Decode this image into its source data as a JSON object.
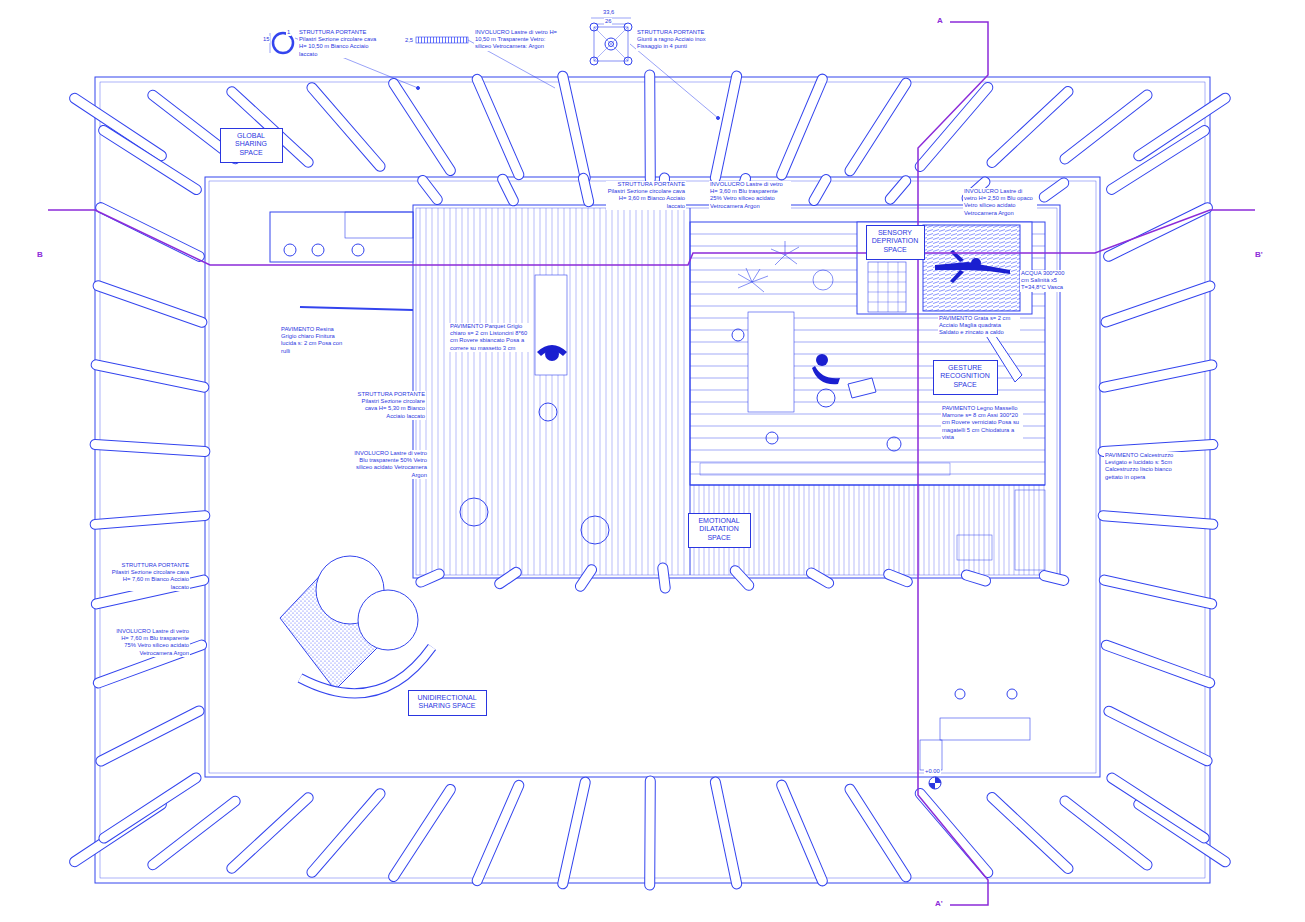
{
  "diagram": {
    "nodes": [
      {
        "text": [
          "GLOBAL SHARING SPACE"
        ]
      },
      {
        "text": [
          "SENSORY DEPRIVATION SPACE"
        ]
      },
      {
        "text": [
          "GESTURE RECOGNITION SPACE"
        ]
      },
      {
        "text": [
          "EMOTIONAL DILATATION SPACE"
        ]
      },
      {
        "text": [
          "UNIDIRECTIONAL SHARING SPACE"
        ]
      }
    ],
    "labels": [
      "15",
      "1",
      "STRUTTURA PORTANTE Pilastri Sezione circolare cava H= 10,50 m Bianco Acciaio laccato",
      "2,5",
      "INVOLUCRO Lastre di vetro H= 10,50 m Trasparente Vetro: siliceo Vetrocamera: Argon",
      "33,6",
      "26",
      "STRUTTURA PORTANTE Giunti a ragno Acciaio inox Fissaggio in 4 punti",
      "A",
      "B",
      "B'",
      "A'",
      "STRUTTURA PORTANTE Pilastri Sezione circolare cava H= 3,60 m Bianco Acciaio laccato",
      "INVOLUCRO Lastre di vetro H= 3,60 m Blu trasparente 25% Vetro siliceo acidato Vetrocamera Argon",
      "INVOLUCRO Lastre di vetro H= 2,50 m Blu opaco Vetro siliceo acidato Vetrocamera Argon",
      "ACQUA 300*200 cm Salinità x5 T=34,8°C Vasca",
      "PAVIMENTO Resina Grigio chiaro Finitura lucida s: 2 cm Posa con rulli",
      "PAVIMENTO Parquet Grigio chiaro s= 2 cm Listoncini 8*60 cm Rovere sbiancato Posa a correre su massetto 3 cm",
      "PAVIMENTO Grata s= 2 cm Acciaio Maglia quadrata Saldato e zincato a caldo",
      "PAVIMENTO Legno Massello Marrone s= 8 cm Assi 300*20 cm Rovere verniciato Posa su magatelli 5 cm Chiodatura a vista",
      "PAVIMENTO Calcestruzzo Levigato e lucidato s: 5cm Calcestruzzo liscio bianco gettato in opera",
      "STRUTTURA PORTANTE Pilastri Sezione circolare cava H= 5,30 m Bianco Acciaio laccato",
      "INVOLUCRO Lastre di vetro Blu trasparente 50% Vetro siliceo acidato Vetrocamera Argon",
      "STRUTTURA PORTANTE Pilastri Sezione circolare cava H= 7,60 m Bianco Acciaio laccato",
      "INVOLUCRO Lastre di vetro H= 7,60 m Blu trasparente 75% Vetro siliceo acidato Vetrocamera Argon",
      "+0.00"
    ]
  }
}
